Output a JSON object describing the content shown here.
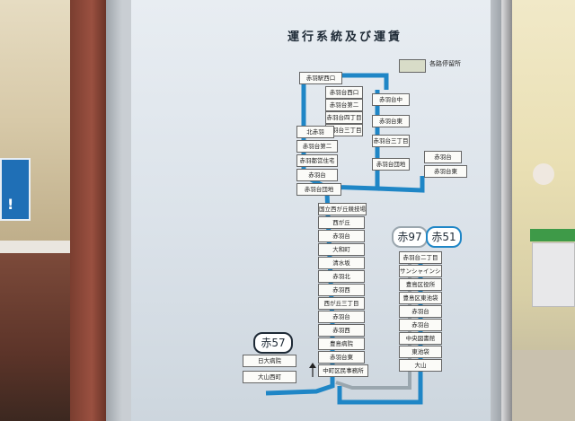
{
  "panel": {
    "title": "運行系統及び運賃",
    "legend_label": "各路停留所"
  },
  "routes": {
    "badge_57": "赤57",
    "badge_97": "赤97",
    "badge_51": "赤51"
  },
  "colors": {
    "route_blue": "#1f86c6",
    "route_gray": "#9aa6ae",
    "badge_blue": "#1f86c6",
    "badge_dark": "#1e2a36"
  },
  "stops": {
    "top": "赤羽駅西口",
    "col_a": [
      "赤羽台西口",
      "赤羽台第二",
      "赤羽台四丁目",
      "赤羽台三丁目"
    ],
    "col_b": [
      "赤羽台中",
      "赤羽台東",
      "赤羽台三丁目"
    ],
    "col_c": [
      "北赤羽",
      "赤羽台第二",
      "赤羽都営住宅",
      "赤羽台",
      "赤羽台団地"
    ],
    "col_right_top": [
      "赤羽台",
      "赤羽台東"
    ],
    "junction": "赤羽台団地",
    "trunk": [
      "国立西が丘競技場",
      "西が丘",
      "赤羽台",
      "大和町",
      "清水坂",
      "赤羽北",
      "赤羽西",
      "西が丘三丁目",
      "赤羽台",
      "赤羽西",
      "豊島病院",
      "赤羽台東",
      "中町区民事務所"
    ],
    "branch_57": [
      "日大病院",
      "大山西町"
    ],
    "branch_97_51": [
      "赤羽台二丁目",
      "サンシャインシティ",
      "豊島区役所",
      "豊島区東池袋",
      "赤羽台",
      "赤羽台",
      "中央図書館",
      "東池袋",
      "大山"
    ]
  }
}
